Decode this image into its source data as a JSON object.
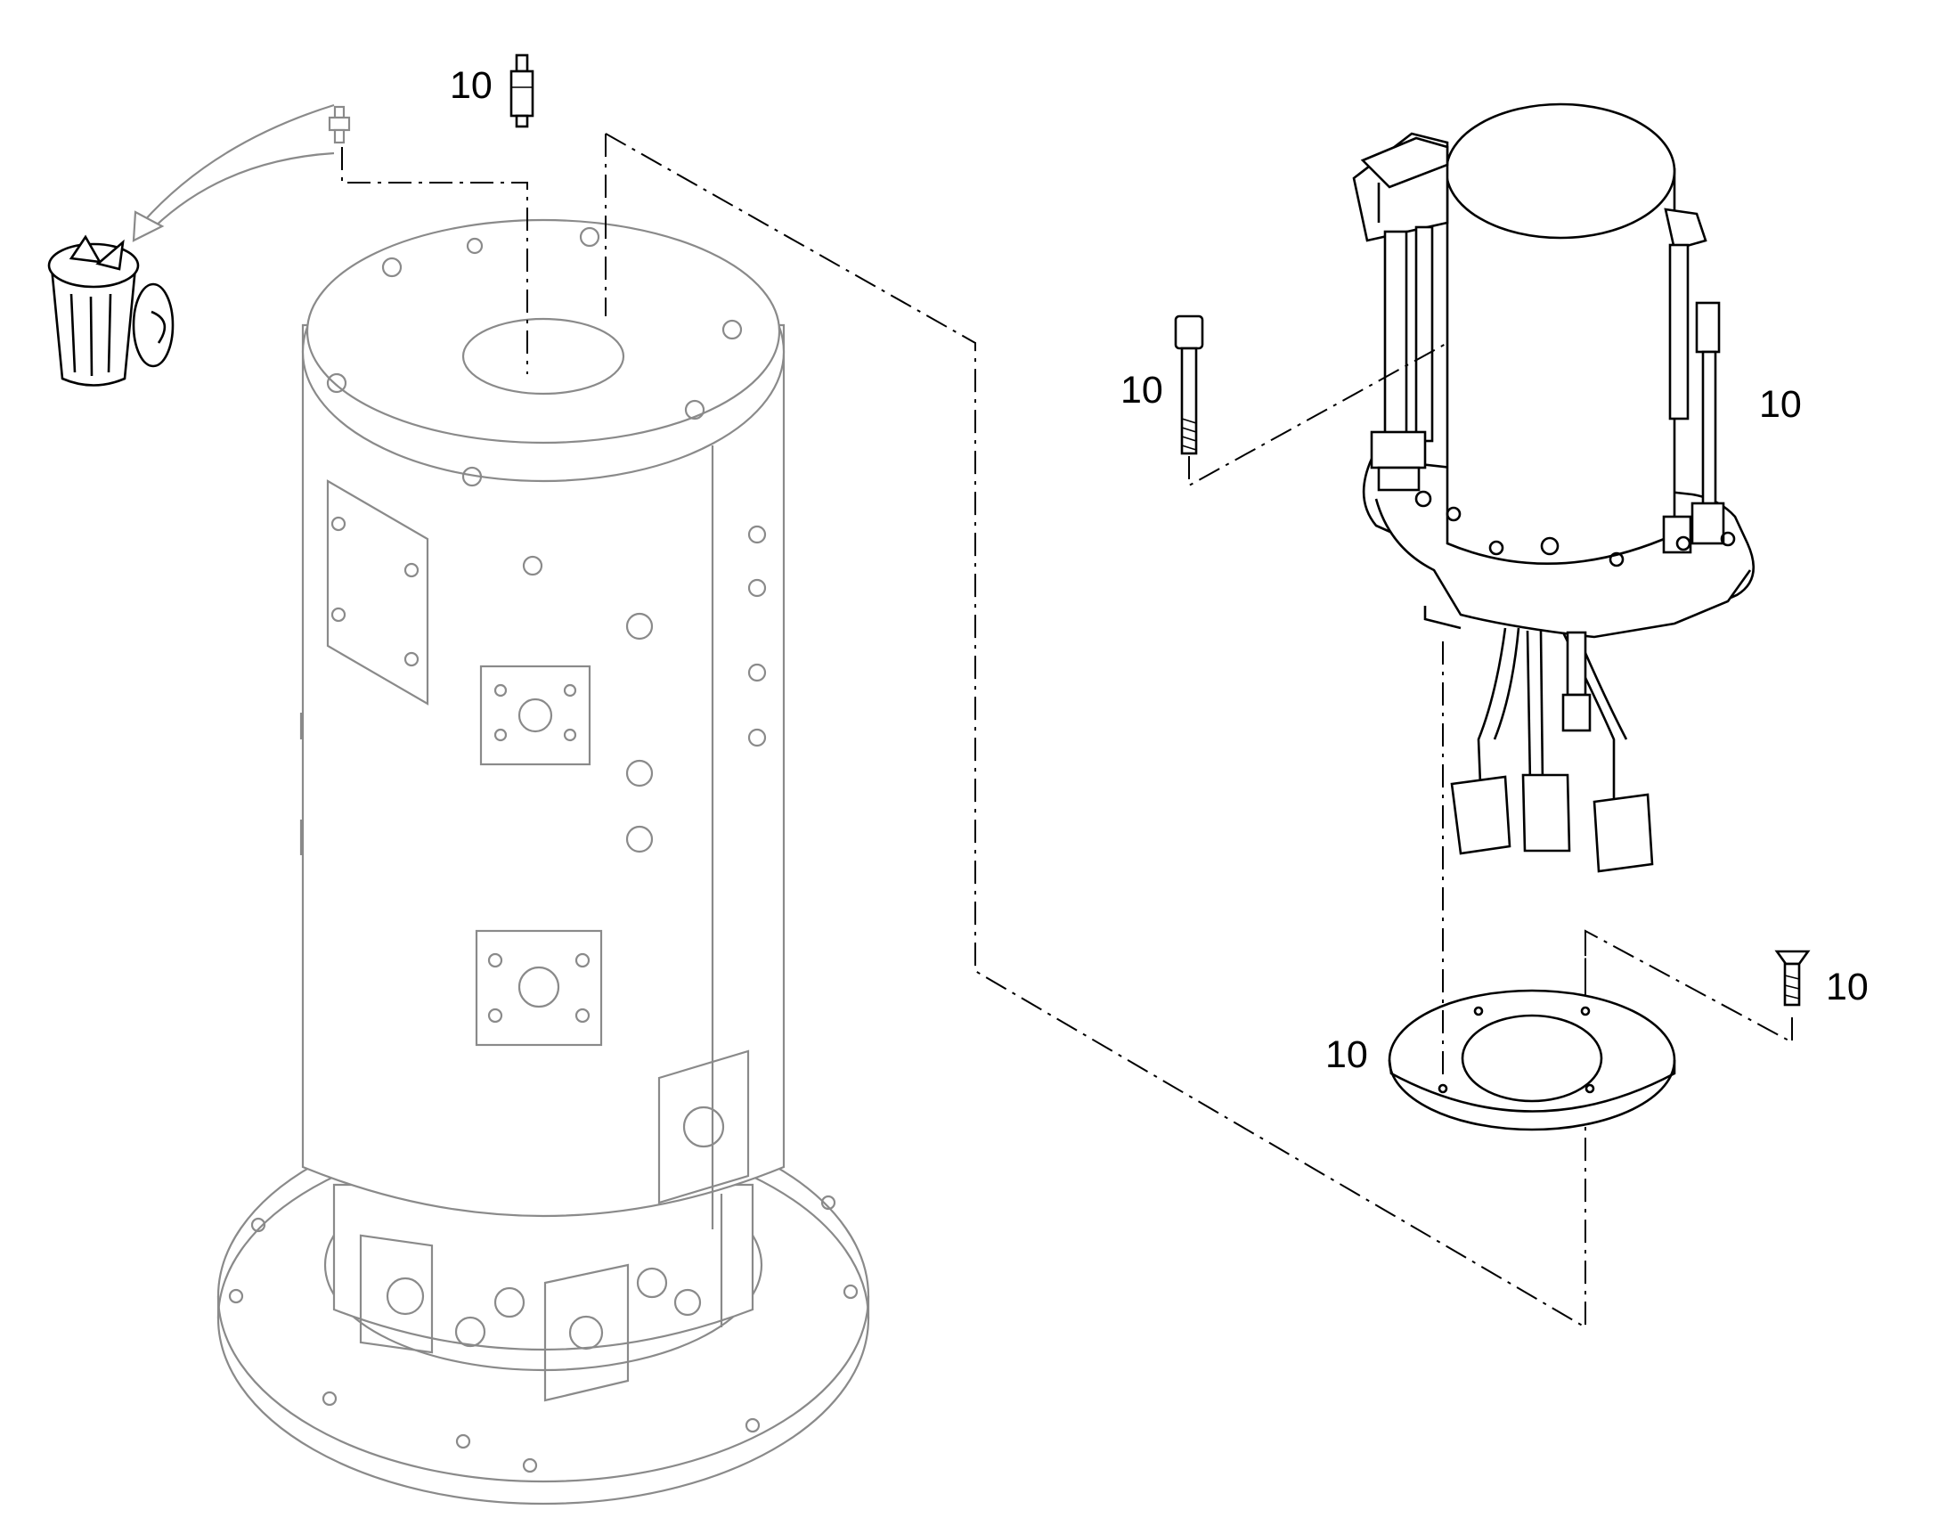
{
  "callouts": {
    "pin_top": "10",
    "screw_long": "10",
    "cable_connector": "10",
    "screw_countersunk": "10",
    "ring_plate": "10"
  },
  "icons": {
    "discard": "trash-bin-icon",
    "arrow": "curved-arrow-icon"
  },
  "colors": {
    "line": "#000000",
    "ghost_line": "#8a8a8a",
    "background": "#ffffff"
  }
}
